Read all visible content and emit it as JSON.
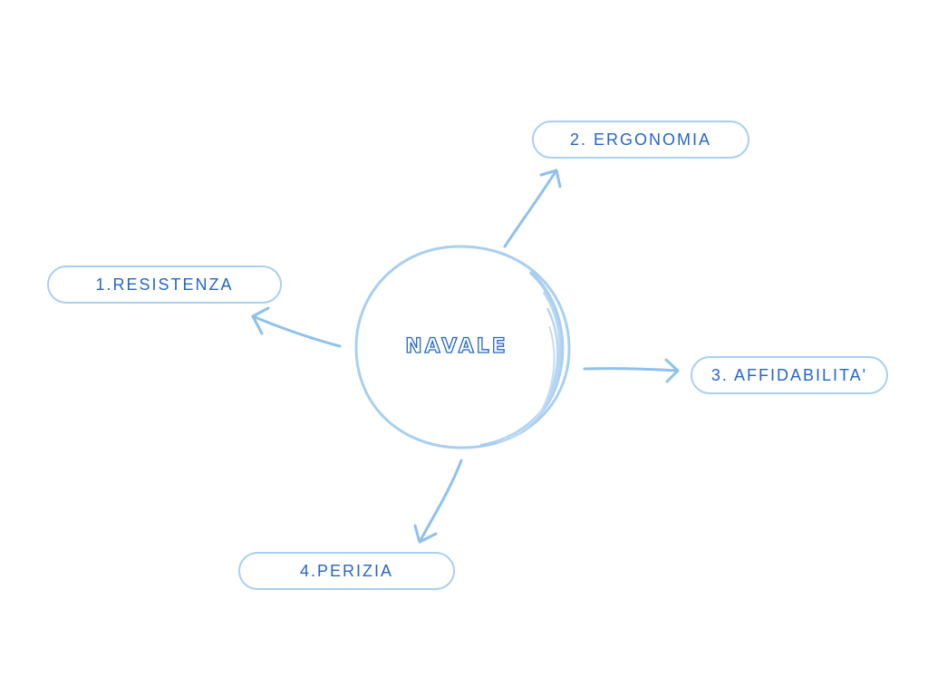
{
  "center": {
    "label": "NAVALE"
  },
  "branches": [
    {
      "label": "1.RESISTENZA"
    },
    {
      "label": "2. ERGONOMIA"
    },
    {
      "label": "3. AFFIDABILITA'"
    },
    {
      "label": "4.PERIZIA"
    }
  ],
  "colors": {
    "stroke": "#a9cff0",
    "arrow": "#8ec1ec",
    "text": "#2466c8",
    "background": "#ffffff"
  }
}
